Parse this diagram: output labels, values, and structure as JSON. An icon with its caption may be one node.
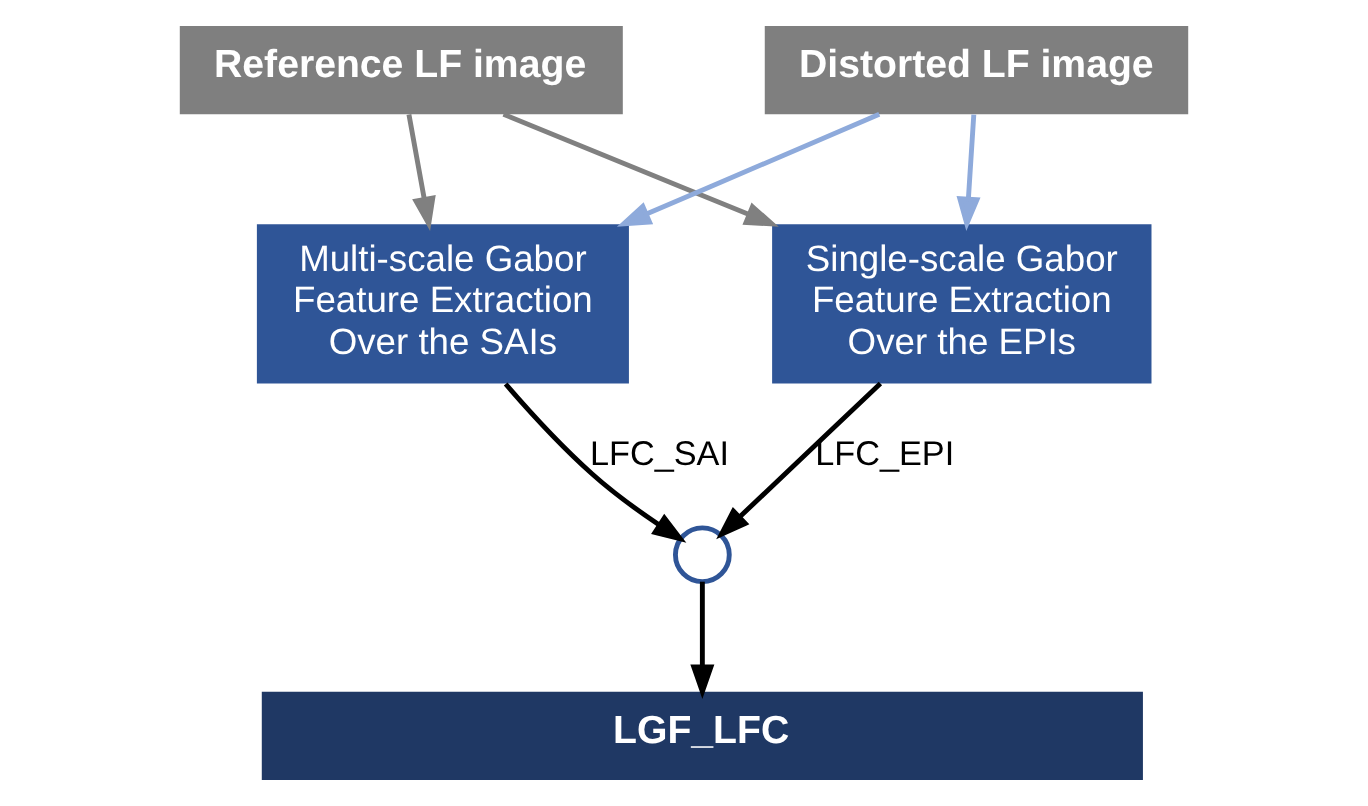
{
  "diagram": {
    "nodes": [
      {
        "text": [
          "Reference LF image"
        ]
      },
      {
        "text": [
          "Distorted LF image"
        ]
      },
      {
        "text": [
          "Multi-scale Gabor Feature Extraction Over the SAIs"
        ]
      },
      {
        "text": [
          "Single-scale Gabor Feature Extraction Over the EPIs"
        ]
      },
      {
        "text": [],
        "shape": "circle"
      },
      {
        "text": [
          "LGF_LFC"
        ]
      }
    ],
    "edges": [
      {
        "from": 0,
        "to": 2,
        "arrow": "to",
        "color": "#808080"
      },
      {
        "from": 0,
        "to": 3,
        "arrow": "to",
        "color": "#808080"
      },
      {
        "from": 1,
        "to": 2,
        "arrow": "to",
        "color": "#8eaadb"
      },
      {
        "from": 1,
        "to": 3,
        "arrow": "to",
        "color": "#8eaadb"
      },
      {
        "from": 2,
        "to": 4,
        "arrow": "to",
        "label": "LFC_SAI"
      },
      {
        "from": 3,
        "to": 4,
        "arrow": "to",
        "label": "LFC_EPI"
      },
      {
        "from": 4,
        "to": 5,
        "arrow": "to"
      }
    ]
  }
}
